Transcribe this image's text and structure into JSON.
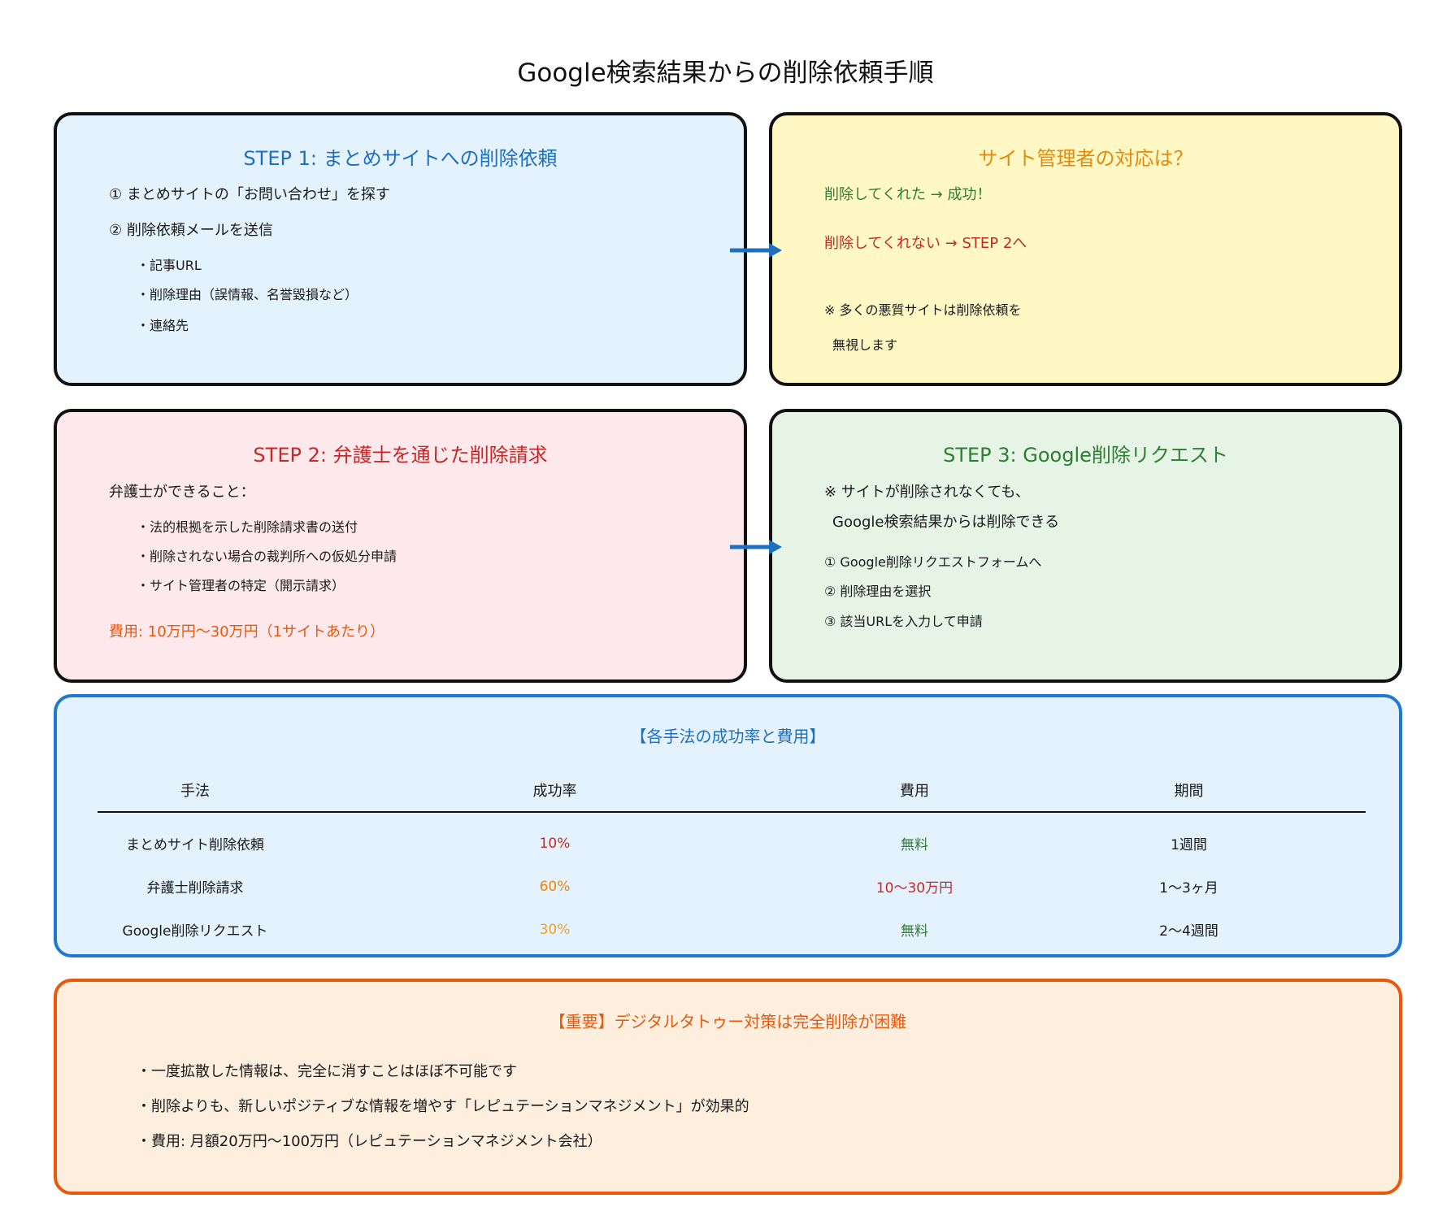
{
  "title": "Google検索結果からの削除依頼手順",
  "colors": {
    "blue": "#1f6fbf",
    "orange": "#e8890c",
    "green": "#2e7d32",
    "red": "#c62828",
    "dark_orange": "#e8590c"
  },
  "step1": {
    "heading": "STEP 1: まとめサイトへの削除依頼",
    "item1": "① まとめサイトの「お問い合わせ」を探す",
    "item2": "② 削除依頼メールを送信",
    "sub1": "・記事URL",
    "sub2": "・削除理由（誤情報、名誉毀損など）",
    "sub3": "・連絡先"
  },
  "admin": {
    "heading": "サイト管理者の対応は？",
    "success": "削除してくれた → 成功！",
    "fail": "削除してくれない → STEP 2へ",
    "note1": "※ 多くの悪質サイトは削除依頼を",
    "note2": "無視します"
  },
  "step2": {
    "heading": "STEP 2: 弁護士を通じた削除請求",
    "intro": "弁護士ができること：",
    "sub1": "・法的根拠を示した削除請求書の送付",
    "sub2": "・削除されない場合の裁判所への仮処分申請",
    "sub3": "・サイト管理者の特定（開示請求）",
    "cost": "費用: 10万円〜30万円（1サイトあたり）"
  },
  "step3": {
    "heading": "STEP 3: Google削除リクエスト",
    "note1": "※ サイトが削除されなくても、",
    "note2": "Google検索結果からは削除できる",
    "item1": "① Google削除リクエストフォームへ",
    "item2": "② 削除理由を選択",
    "item3": "③ 該当URLを入力して申請"
  },
  "compare": {
    "heading": "【各手法の成功率と費用】",
    "headers": [
      "手法",
      "成功率",
      "費用",
      "期間"
    ],
    "rows": [
      {
        "method": "まとめサイト削除依頼",
        "rate": "10%",
        "cost": "無料",
        "period": "1週間"
      },
      {
        "method": "弁護士削除請求",
        "rate": "60%",
        "cost": "10〜30万円",
        "period": "1〜3ヶ月"
      },
      {
        "method": "Google削除リクエスト",
        "rate": "30%",
        "cost": "無料",
        "period": "2〜4週間"
      }
    ]
  },
  "important": {
    "heading": "【重要】デジタルタトゥー対策は完全削除が困難",
    "item1": "・一度拡散した情報は、完全に消すことはほぼ不可能です",
    "item2": "・削除よりも、新しいポジティブな情報を増やす「レピュテーションマネジメント」が効果的",
    "item3": "・費用: 月額20万円〜100万円（レピュテーションマネジメント会社）"
  }
}
